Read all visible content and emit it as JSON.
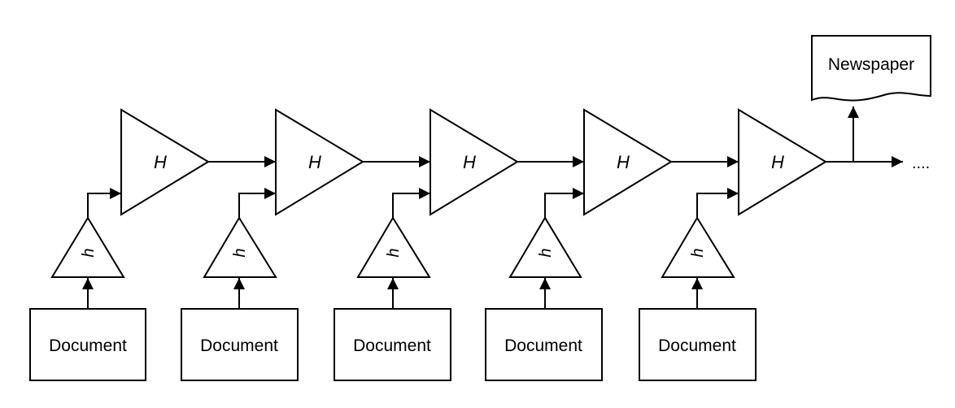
{
  "diagram": {
    "stages": [
      {
        "document": "Document",
        "local": "h",
        "global": "H"
      },
      {
        "document": "Document",
        "local": "h",
        "global": "H"
      },
      {
        "document": "Document",
        "local": "h",
        "global": "H"
      },
      {
        "document": "Document",
        "local": "h",
        "global": "H"
      },
      {
        "document": "Document",
        "local": "h",
        "global": "H"
      }
    ],
    "output_label": "Newspaper",
    "continuation": "...."
  }
}
